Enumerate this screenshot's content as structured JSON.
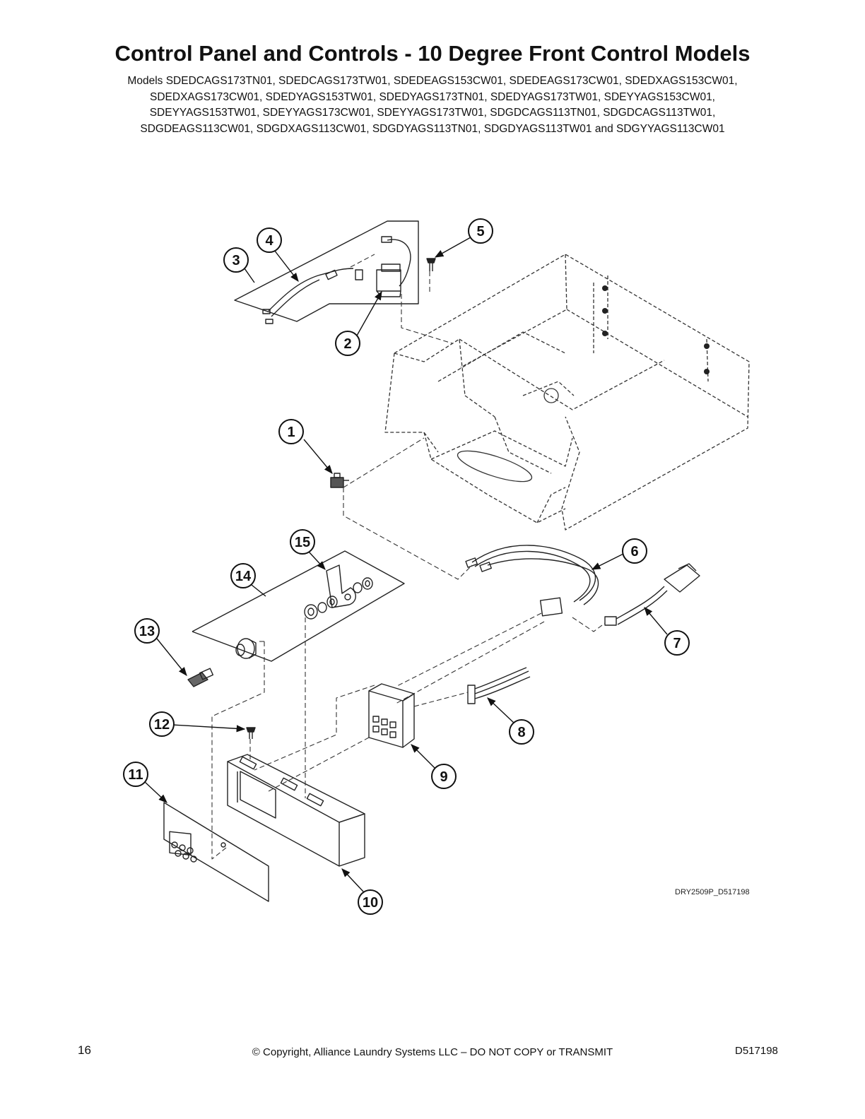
{
  "page": {
    "title": "Control Panel and Controls - 10 Degree Front Control Models",
    "models_lines": [
      "Models SDEDCAGS173TN01, SDEDCAGS173TW01, SDEDEAGS153CW01, SDEDEAGS173CW01, SDEDXAGS153CW01,",
      "SDEDXAGS173CW01, SDEDYAGS153TW01, SDEDYAGS173TN01, SDEDYAGS173TW01, SDEYYAGS153CW01,",
      "SDEYYAGS153TW01, SDEYYAGS173CW01, SDEYYAGS173TW01, SDGDCAGS113TN01, SDGDCAGS113TW01,",
      "SDGDEAGS113CW01, SDGDXAGS113CW01, SDGDYAGS113TN01, SDGDYAGS113TW01 and SDGYYAGS113CW01"
    ]
  },
  "diagram": {
    "drawing_id": "DRY2509P_D517198",
    "callouts": [
      "1",
      "2",
      "3",
      "4",
      "5",
      "6",
      "7",
      "8",
      "9",
      "10",
      "11",
      "12",
      "13",
      "14",
      "15"
    ]
  },
  "footer": {
    "page_number": "16",
    "copyright": "© Copyright, Alliance Laundry Systems LLC – DO NOT COPY or TRANSMIT",
    "doc_number": "D517198"
  }
}
